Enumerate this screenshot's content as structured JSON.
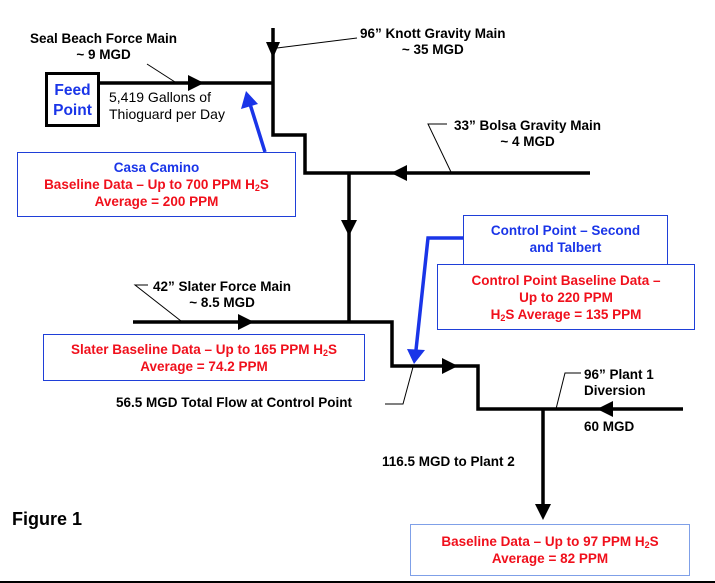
{
  "figure_label": "Figure 1",
  "feed_point": {
    "line1": "Feed",
    "line2": "Point"
  },
  "labels": {
    "seal_beach": {
      "line1": "Seal Beach Force Main",
      "line2": "~ 9 MGD"
    },
    "thioguard": {
      "line1": "5,419 Gallons of",
      "line2": "Thioguard per Day"
    },
    "knott": {
      "line1": "96” Knott Gravity Main",
      "line2": "~ 35 MGD"
    },
    "bolsa": {
      "line1": "33” Bolsa Gravity Main",
      "line2": "~ 4 MGD"
    },
    "slater": {
      "line1": "42” Slater Force Main",
      "line2": "~ 8.5 MGD"
    },
    "total_flow": "56.5 MGD Total Flow at Control Point",
    "plant1": {
      "line1": "96” Plant 1",
      "line2": "Diversion",
      "flow": "60 MGD"
    },
    "plant2": "116.5 MGD to Plant 2"
  },
  "boxes": {
    "casa_camino": {
      "title": "Casa Camino",
      "line1_pre": "Baseline Data – Up to 700 PPM H",
      "sub": "2",
      "line1_post": "S",
      "line2": "Average = 200 PPM"
    },
    "control_point": {
      "line1": "Control Point – Second",
      "line2": "and Talbert"
    },
    "control_baseline": {
      "line1": "Control Point Baseline Data –",
      "line2": "Up to 220 PPM",
      "line3_pre": "H",
      "sub": "2",
      "line3_post": "S Average = 135 PPM"
    },
    "slater_baseline": {
      "line1_pre": "Slater Baseline Data – Up to 165 PPM H",
      "sub": "2",
      "line1_post": "S",
      "line2": "Average = 74.2 PPM"
    },
    "plant2_baseline": {
      "line1_pre": "Baseline Data – Up to 97 PPM H",
      "sub": "2",
      "line1_post": "S",
      "line2": "Average = 82 PPM"
    }
  },
  "colors": {
    "pipe": "#000000",
    "callout": "#1a35e8",
    "data_text": "#f0101c"
  }
}
